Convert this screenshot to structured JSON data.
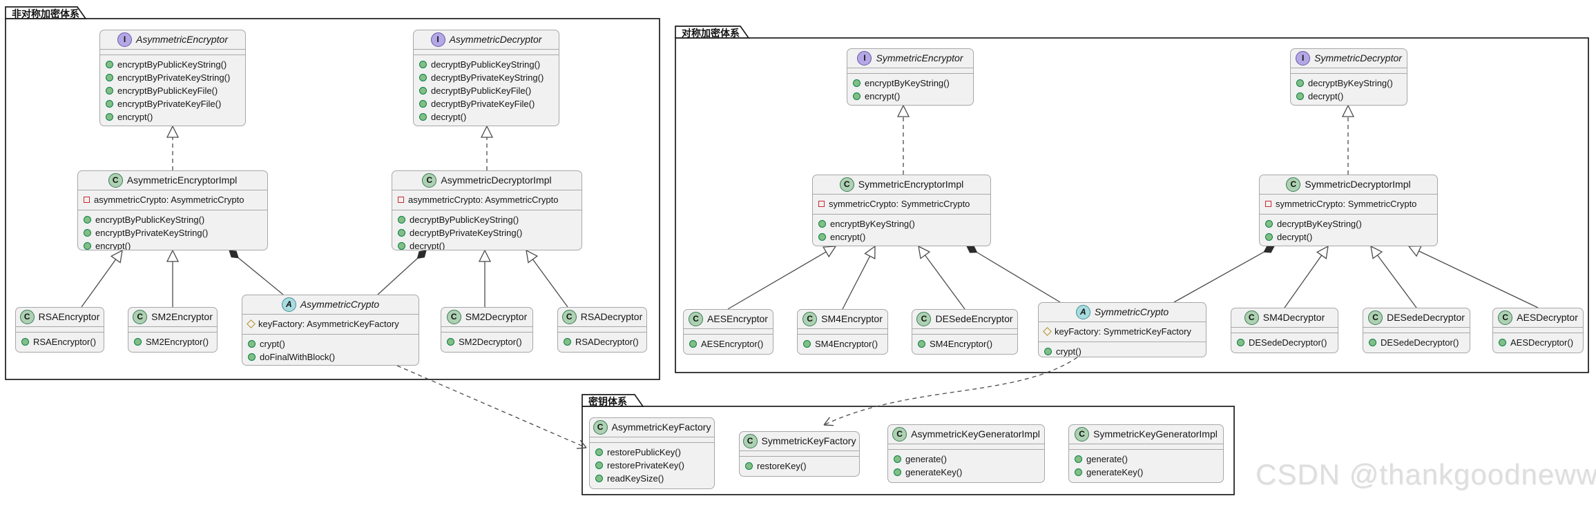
{
  "diagram": {
    "watermark": "CSDN @thankgoodneww"
  },
  "legend": {
    "interface_letter": "I",
    "class_letter": "C",
    "abstract_letter": "A"
  },
  "packages": {
    "asymmetric": {
      "label": "非对称加密体系"
    },
    "symmetric": {
      "label": "对称加密体系"
    },
    "key": {
      "label": "密钥体系"
    }
  },
  "classes": {
    "asymmetricEncryptor": {
      "stereotype": "interface",
      "name": "AsymmetricEncryptor",
      "methods": [
        "encryptByPublicKeyString()",
        "encryptByPrivateKeyString()",
        "encryptByPublicKeyFile()",
        "encryptByPrivateKeyFile()",
        "encrypt()"
      ]
    },
    "asymmetricDecryptor": {
      "stereotype": "interface",
      "name": "AsymmetricDecryptor",
      "methods": [
        "decryptByPublicKeyString()",
        "decryptByPrivateKeyString()",
        "decryptByPublicKeyFile()",
        "decryptByPrivateKeyFile()",
        "decrypt()"
      ]
    },
    "asymmetricEncryptorImpl": {
      "stereotype": "class",
      "name": "AsymmetricEncryptorImpl",
      "fields": [
        "asymmetricCrypto: AsymmetricCrypto"
      ],
      "methods": [
        "encryptByPublicKeyString()",
        "encryptByPrivateKeyString()",
        "encrypt()"
      ]
    },
    "asymmetricDecryptorImpl": {
      "stereotype": "class",
      "name": "AsymmetricDecryptorImpl",
      "fields": [
        "asymmetricCrypto: AsymmetricCrypto"
      ],
      "methods": [
        "decryptByPublicKeyString()",
        "decryptByPrivateKeyString()",
        "decrypt()"
      ]
    },
    "rsaEncryptor": {
      "stereotype": "class",
      "name": "RSAEncryptor",
      "methods": [
        "RSAEncryptor()"
      ]
    },
    "sm2Encryptor": {
      "stereotype": "class",
      "name": "SM2Encryptor",
      "methods": [
        "SM2Encryptor()"
      ]
    },
    "asymmetricCrypto": {
      "stereotype": "abstract",
      "name": "AsymmetricCrypto",
      "fields": [
        "keyFactory: AsymmetricKeyFactory"
      ],
      "methods": [
        "crypt()",
        "doFinalWithBlock()"
      ]
    },
    "sm2Decryptor": {
      "stereotype": "class",
      "name": "SM2Decryptor",
      "methods": [
        "SM2Decryptor()"
      ]
    },
    "rsaDecryptor": {
      "stereotype": "class",
      "name": "RSADecryptor",
      "methods": [
        "RSADecryptor()"
      ]
    },
    "symmetricEncryptor": {
      "stereotype": "interface",
      "name": "SymmetricEncryptor",
      "methods": [
        "encryptByKeyString()",
        "encrypt()"
      ]
    },
    "symmetricDecryptor": {
      "stereotype": "interface",
      "name": "SymmetricDecryptor",
      "methods": [
        "decryptByKeyString()",
        "decrypt()"
      ]
    },
    "symmetricEncryptorImpl": {
      "stereotype": "class",
      "name": "SymmetricEncryptorImpl",
      "fields": [
        "symmetricCrypto: SymmetricCrypto"
      ],
      "methods": [
        "encryptByKeyString()",
        "encrypt()"
      ]
    },
    "symmetricDecryptorImpl": {
      "stereotype": "class",
      "name": "SymmetricDecryptorImpl",
      "fields": [
        "symmetricCrypto: SymmetricCrypto"
      ],
      "methods": [
        "decryptByKeyString()",
        "decrypt()"
      ]
    },
    "aesEncryptor": {
      "stereotype": "class",
      "name": "AESEncryptor",
      "methods": [
        "AESEncryptor()"
      ]
    },
    "sm4Encryptor": {
      "stereotype": "class",
      "name": "SM4Encryptor",
      "methods": [
        "SM4Encryptor()"
      ]
    },
    "desedeEncryptor": {
      "stereotype": "class",
      "name": "DESedeEncryptor",
      "methods": [
        "SM4Encryptor()"
      ]
    },
    "symmetricCrypto": {
      "stereotype": "abstract",
      "name": "SymmetricCrypto",
      "fields": [
        "keyFactory: SymmetricKeyFactory"
      ],
      "methods": [
        "crypt()"
      ]
    },
    "sm4Decryptor": {
      "stereotype": "class",
      "name": "SM4Decryptor",
      "methods": [
        "DESedeDecryptor()"
      ]
    },
    "desedeDecryptor": {
      "stereotype": "class",
      "name": "DESedeDecryptor",
      "methods": [
        "DESedeDecryptor()"
      ]
    },
    "aesDecryptor": {
      "stereotype": "class",
      "name": "AESDecryptor",
      "methods": [
        "AESDecryptor()"
      ]
    },
    "asymmetricKeyFactory": {
      "stereotype": "class",
      "name": "AsymmetricKeyFactory",
      "methods": [
        "restorePublicKey()",
        "restorePrivateKey()",
        "readKeySize()"
      ]
    },
    "symmetricKeyFactory": {
      "stereotype": "class",
      "name": "SymmetricKeyFactory",
      "methods": [
        "restoreKey()"
      ]
    },
    "asymmetricKeyGeneratorImpl": {
      "stereotype": "class",
      "name": "AsymmetricKeyGeneratorImpl",
      "methods": [
        "generate()",
        "generateKey()"
      ]
    },
    "symmetricKeyGeneratorImpl": {
      "stereotype": "class",
      "name": "SymmetricKeyGeneratorImpl",
      "methods": [
        "generate()",
        "generateKey()"
      ]
    }
  },
  "relations": [
    {
      "from": "AsymmetricEncryptorImpl",
      "to": "AsymmetricEncryptor",
      "type": "realization"
    },
    {
      "from": "AsymmetricDecryptorImpl",
      "to": "AsymmetricDecryptor",
      "type": "realization"
    },
    {
      "from": "RSAEncryptor",
      "to": "AsymmetricEncryptorImpl",
      "type": "generalization"
    },
    {
      "from": "SM2Encryptor",
      "to": "AsymmetricEncryptorImpl",
      "type": "generalization"
    },
    {
      "from": "SM2Decryptor",
      "to": "AsymmetricDecryptorImpl",
      "type": "generalization"
    },
    {
      "from": "RSADecryptor",
      "to": "AsymmetricDecryptorImpl",
      "type": "generalization"
    },
    {
      "from": "AsymmetricEncryptorImpl",
      "to": "AsymmetricCrypto",
      "type": "composition"
    },
    {
      "from": "AsymmetricDecryptorImpl",
      "to": "AsymmetricCrypto",
      "type": "composition"
    },
    {
      "from": "AsymmetricCrypto",
      "to": "AsymmetricKeyFactory",
      "type": "dependency"
    },
    {
      "from": "SymmetricEncryptorImpl",
      "to": "SymmetricEncryptor",
      "type": "realization"
    },
    {
      "from": "SymmetricDecryptorImpl",
      "to": "SymmetricDecryptor",
      "type": "realization"
    },
    {
      "from": "AESEncryptor",
      "to": "SymmetricEncryptorImpl",
      "type": "generalization"
    },
    {
      "from": "SM4Encryptor",
      "to": "SymmetricEncryptorImpl",
      "type": "generalization"
    },
    {
      "from": "DESedeEncryptor",
      "to": "SymmetricEncryptorImpl",
      "type": "generalization"
    },
    {
      "from": "SM4Decryptor",
      "to": "SymmetricDecryptorImpl",
      "type": "generalization"
    },
    {
      "from": "DESedeDecryptor",
      "to": "SymmetricDecryptorImpl",
      "type": "generalization"
    },
    {
      "from": "AESDecryptor",
      "to": "SymmetricDecryptorImpl",
      "type": "generalization"
    },
    {
      "from": "SymmetricEncryptorImpl",
      "to": "SymmetricCrypto",
      "type": "composition"
    },
    {
      "from": "SymmetricDecryptorImpl",
      "to": "SymmetricCrypto",
      "type": "composition"
    },
    {
      "from": "SymmetricCrypto",
      "to": "SymmetricKeyFactory",
      "type": "dependency"
    }
  ],
  "colors": {
    "box-bg": "#F1F1F1",
    "box-border": "#A7A7A7",
    "line": "#4A4A4A",
    "pkg-border": "#1B1B1B",
    "interface-badge": "#B4A7E5",
    "class-badge": "#ADD1B2",
    "abstract-badge": "#A9DCDF",
    "method-dot": "#84BE84",
    "field-private": "#C82930",
    "field-protected": "#B38D22",
    "watermark": "#DEDEDE"
  }
}
